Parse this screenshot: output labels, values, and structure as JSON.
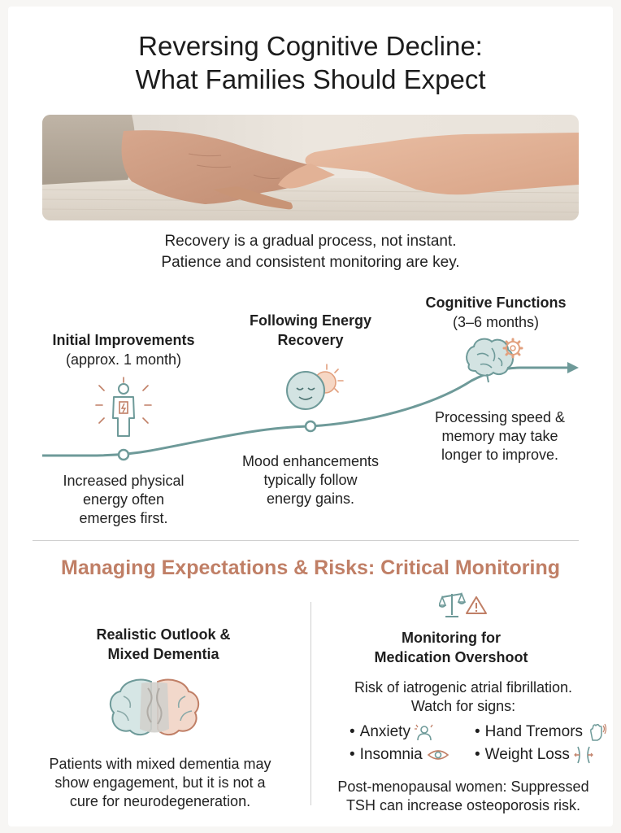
{
  "header": {
    "title_line1": "Reversing Cognitive Decline:",
    "title_line2": "What Families Should Expect"
  },
  "intro": {
    "line1": "Recovery is a gradual process, not instant.",
    "line2": "Patience and consistent monitoring are key."
  },
  "timeline": {
    "stages": [
      {
        "title": "Initial Improvements",
        "subtitle": "(approx. 1 month)",
        "desc_line1": "Increased physical",
        "desc_line2": "energy often",
        "desc_line3": "emerges first."
      },
      {
        "title_line1": "Following Energy",
        "title_line2": "Recovery",
        "desc_line1": "Mood enhancements",
        "desc_line2": "typically follow",
        "desc_line3": "energy gains."
      },
      {
        "title": "Cognitive Functions",
        "subtitle": "(3–6 months)",
        "desc_line1": "Processing speed &",
        "desc_line2": "memory may take",
        "desc_line3": "longer to improve."
      }
    ]
  },
  "monitoring": {
    "section_title": "Managing Expectations & Risks: Critical Monitoring",
    "left": {
      "title_line1": "Realistic Outlook &",
      "title_line2": "Mixed Dementia",
      "text_line1": "Patients with mixed dementia may",
      "text_line2": "show engagement, but it is not a",
      "text_line3": "cure for neurodegeneration."
    },
    "right": {
      "title_line1": "Monitoring for",
      "title_line2": "Medication Overshoot",
      "risk_line1": "Risk of iatrogenic atrial fibrillation.",
      "risk_line2": "Watch for signs:",
      "signs": [
        "Anxiety",
        "Hand Tremors",
        "Insomnia",
        "Weight Loss"
      ],
      "note_line1": "Post-menopausal women: Suppressed",
      "note_line2": "TSH can increase osteoporosis risk."
    }
  },
  "colors": {
    "teal": "#6e9a99",
    "terracotta": "#c07f66",
    "text": "#1f1f1f"
  },
  "icons": [
    "energized-person-icon",
    "sun-moon-icon",
    "brain-gear-icon",
    "scales-warning-icon",
    "brain-icon",
    "anxious-person-icon",
    "eye-icon",
    "hand-icon",
    "waist-icon"
  ]
}
